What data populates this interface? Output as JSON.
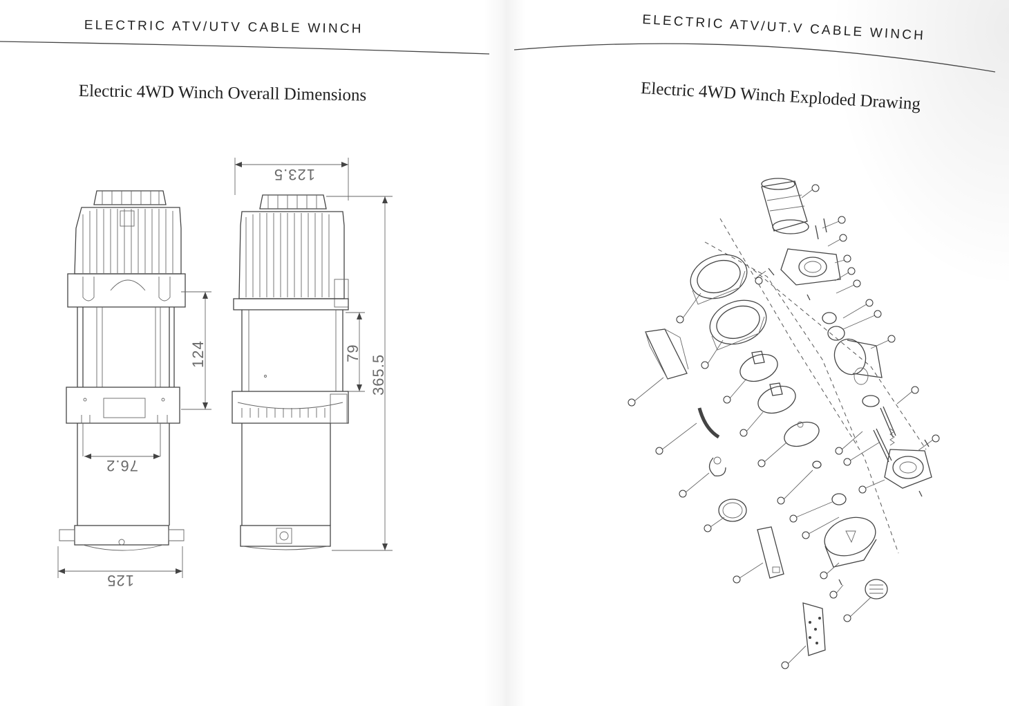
{
  "left_page": {
    "running_head": "ELECTRIC ATV/UTV CABLE WINCH",
    "title": "Electric 4WD Winch Overall Dimensions",
    "dimensions": {
      "top_width": "123.5",
      "upper_height": "124",
      "mid_height": "79",
      "total_height": "365.5",
      "bolt_spacing": "76.2",
      "bottom_width": "125"
    }
  },
  "right_page": {
    "running_head": "ELECTRIC ATV/UT.V CABLE WINCH",
    "title": "Electric 4WD Winch Exploded Drawing"
  }
}
